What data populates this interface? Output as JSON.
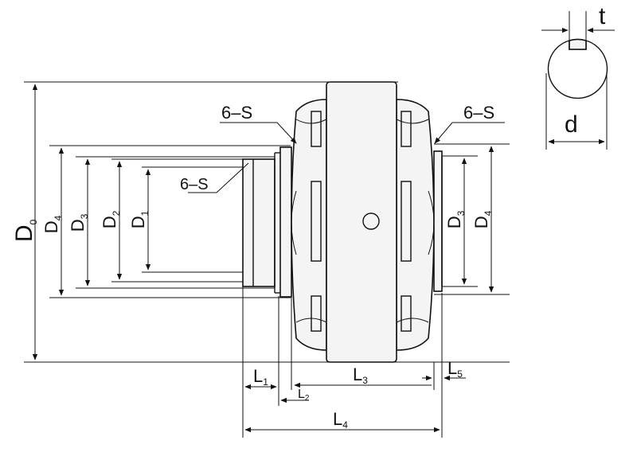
{
  "labels": {
    "D0": "D",
    "D0_sub": "0",
    "D4": "D",
    "D4_sub": "4",
    "D3": "D",
    "D3_sub": "3",
    "D2": "D",
    "D2_sub": "2",
    "D1": "D",
    "D1_sub": "1",
    "D3r": "D",
    "D3r_sub": "3",
    "D4r": "D",
    "D4r_sub": "4",
    "L1": "L",
    "L1_sub": "1",
    "L2": "L",
    "L2_sub": "2",
    "L3": "L",
    "L3_sub": "3",
    "L4": "L",
    "L4_sub": "4",
    "L5": "L",
    "L5_sub": "5",
    "six_s_left": "6–S",
    "six_s_right": "6–S",
    "six_s_inner": "6–S",
    "d": "d",
    "t": "t"
  },
  "colors": {
    "line": "#111111",
    "fill": "#f4f4f4",
    "background": "#ffffff"
  }
}
